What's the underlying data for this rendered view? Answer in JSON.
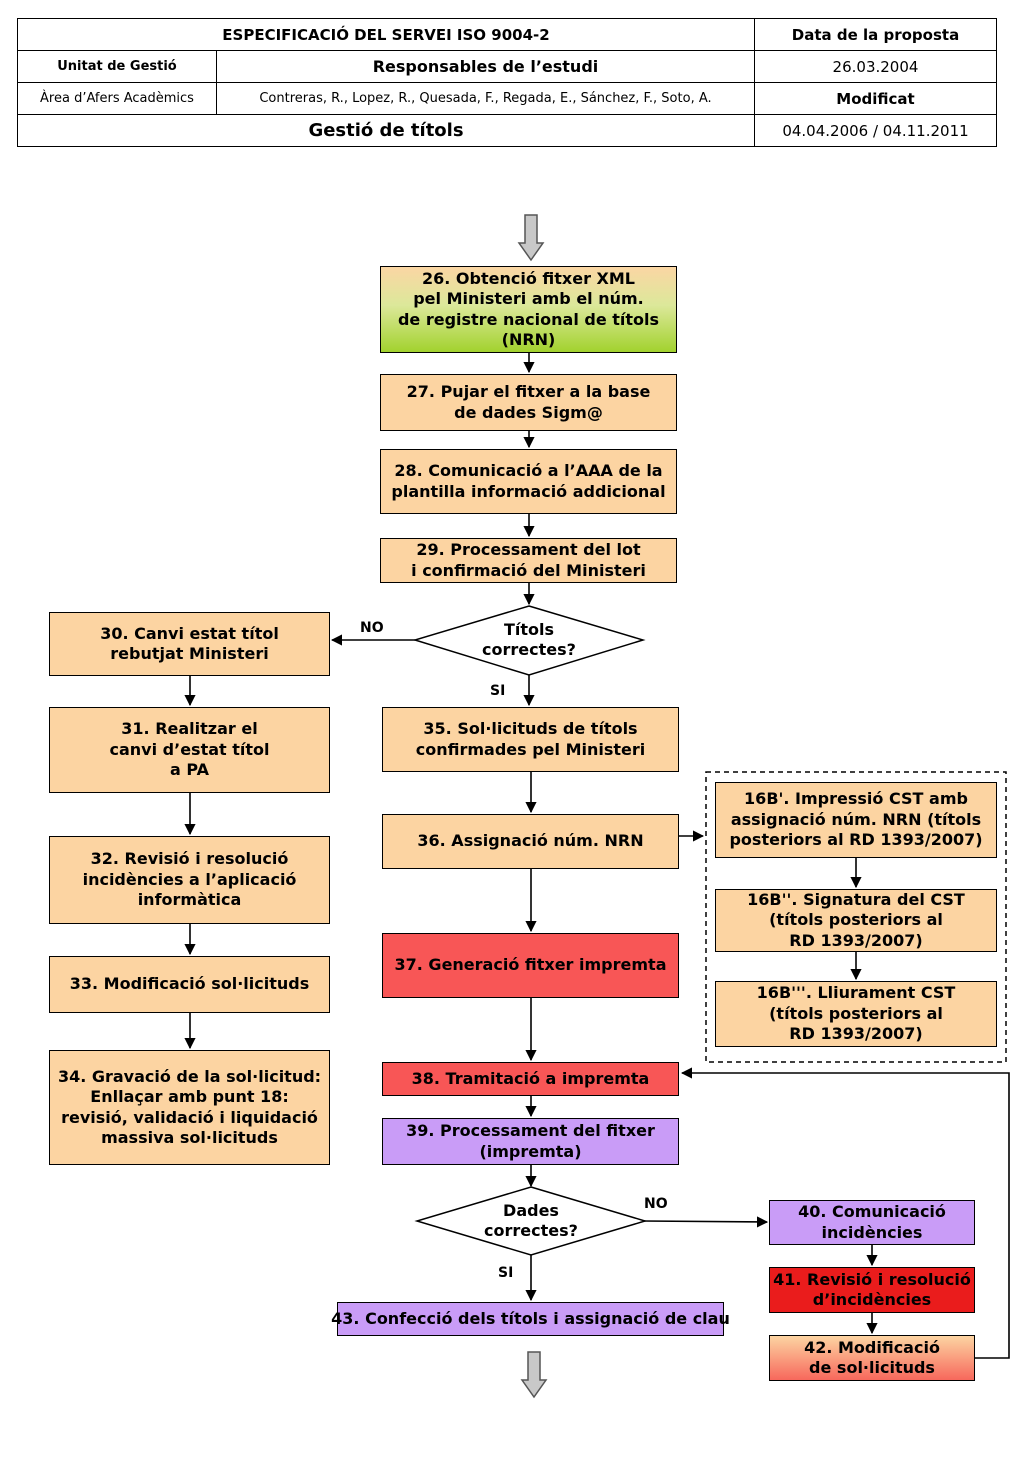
{
  "header": {
    "title": "ESPECIFICACIÓ DEL SERVEI   ISO 9004-2",
    "proposal_date_label": "Data de la proposta",
    "unit_label": "Unitat de Gestió",
    "responsibles_label": "Responsables de l’estudi",
    "proposal_date": "26.03.2004",
    "unit": "Àrea d’Afers Acadèmics",
    "responsibles": "Contreras, R., Lopez, R., Quesada, F., Regada, E., Sánchez, F., Soto, A.",
    "modified_label": "Modificat",
    "process": "Gestió de títols",
    "modified_dates": "04.04.2006 / 04.11.2011"
  },
  "steps": {
    "s26": [
      "26. Obtenció fitxer XML",
      "pel Ministeri amb el núm.",
      "de registre nacional de títols",
      "(NRN)"
    ],
    "s27": [
      "27. Pujar el fitxer a la base",
      "de dades Sigm@"
    ],
    "s28": [
      "28. Comunicació a l’AAA de la",
      "plantilla informació addicional"
    ],
    "s29": [
      "29. Processament del lot",
      "i confirmació del Ministeri"
    ],
    "s30": [
      "30. Canvi estat títol",
      "rebutjat Ministeri"
    ],
    "s31": [
      "31. Realitzar el",
      "canvi d’estat títol",
      "a PA"
    ],
    "s32": [
      "32. Revisió i resolució",
      "incidències a l’aplicació",
      "informàtica"
    ],
    "s33": [
      "33. Modificació sol·licituds"
    ],
    "s34": [
      "34. Gravació de la sol·licitud:",
      "Enllaçar amb punt 18:",
      "revisió, validació i liquidació",
      "massiva sol·licituds"
    ],
    "s35": [
      "35. Sol·licituds de títols",
      "confirmades pel Ministeri"
    ],
    "s36": [
      "36. Assignació núm. NRN"
    ],
    "s37": [
      "37. Generació fitxer impremta"
    ],
    "s38": [
      "38. Tramitació a impremta"
    ],
    "s39": [
      "39. Processament del fitxer",
      "(impremta)"
    ],
    "s40": [
      "40. Comunicació",
      "incidències"
    ],
    "s41": [
      "41. Revisió i resolució",
      "d’incidències"
    ],
    "s42": [
      "42. Modificació",
      "de sol·licituds"
    ],
    "s43": [
      "43. Confecció dels títols i assignació de clau"
    ],
    "s16b1": [
      "16B'. Impressió CST amb",
      "assignació  núm. NRN (títols",
      "posteriors al RD 1393/2007)"
    ],
    "s16b2": [
      "16B''. Signatura del CST",
      "(títols posteriors al",
      "RD 1393/2007)"
    ],
    "s16b3": [
      "16B'''. Lliurament CST",
      "(títols posteriors al",
      "RD 1393/2007)"
    ]
  },
  "decisions": {
    "d1": [
      "Títols",
      "correctes?"
    ],
    "d2": [
      "Dades",
      "correctes?"
    ]
  },
  "labels": {
    "no1": "NO",
    "si1": "SI",
    "no2": "NO",
    "si2": "SI"
  },
  "colors": {
    "orange": "#fcd4a2",
    "red": "#f85656",
    "dark_red": "#ea1c1c",
    "purple": "#c99cf7",
    "green": "#a2d22e",
    "arrow_gray": "#c8c8c8"
  }
}
